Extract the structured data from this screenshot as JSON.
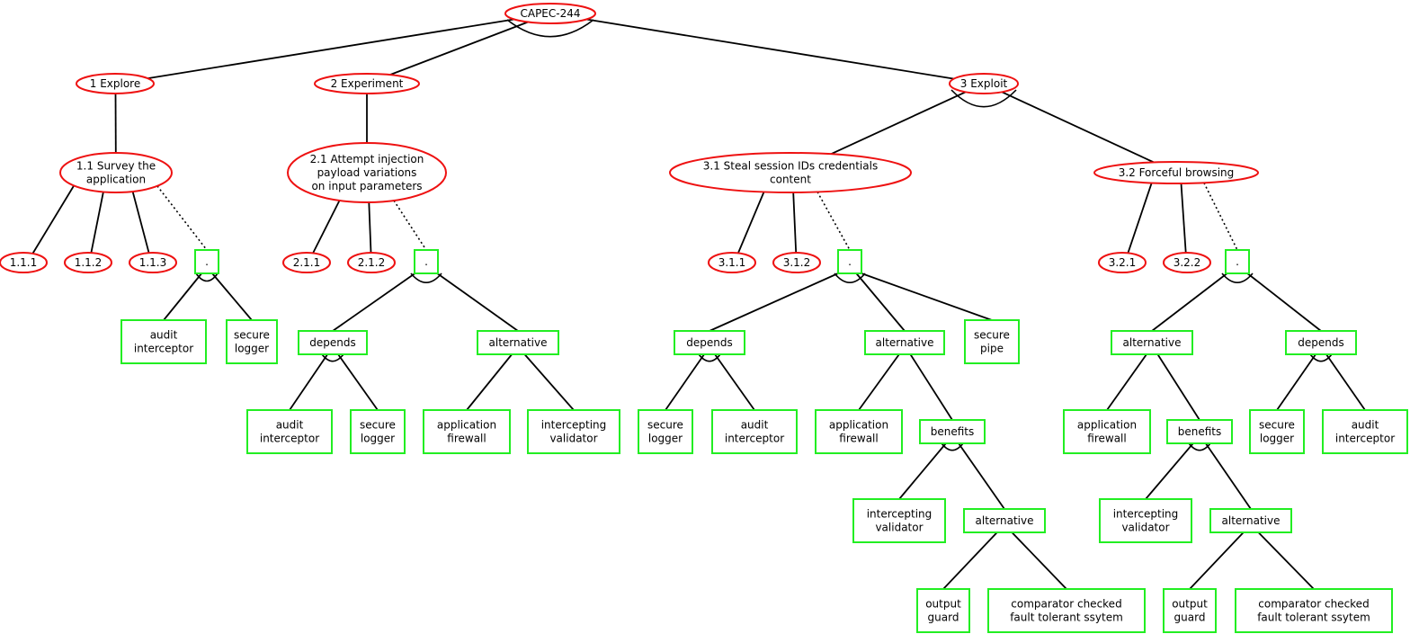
{
  "colors": {
    "goal_stroke": "#ee1111",
    "pattern_stroke": "#22ee22",
    "edge": "#000000"
  },
  "goals": {
    "root": "CAPEC-244",
    "g1": "1 Explore",
    "g2": "2 Experiment",
    "g3": "3 Exploit",
    "g11": [
      "1.1 Survey the",
      "application"
    ],
    "g21": [
      "2.1 Attempt injection",
      "payload variations",
      "on input parameters"
    ],
    "g31": [
      "3.1 Steal session IDs credentials",
      "content"
    ],
    "g32": "3.2 Forceful browsing",
    "g111": "1.1.1",
    "g112": "1.1.2",
    "g113": "1.1.3",
    "g211": "2.1.1",
    "g212": "2.1.2",
    "g311": "3.1.1",
    "g312": "3.1.2",
    "g321": "3.2.1",
    "g322": "3.2.2"
  },
  "patterns": {
    "dot1": ".",
    "dot2": ".",
    "dot3": ".",
    "dot4": ".",
    "b1_audit": [
      "audit",
      "interceptor"
    ],
    "b1_logger": [
      "secure",
      "logger"
    ],
    "b2_depends": "depends",
    "b2_alternative": "alternative",
    "b2_audit": [
      "audit",
      "interceptor"
    ],
    "b2_logger": [
      "secure",
      "logger"
    ],
    "b2_firewall": [
      "application",
      "firewall"
    ],
    "b2_validator": [
      "intercepting",
      "validator"
    ],
    "b3_depends": "depends",
    "b3_alternative": "alternative",
    "b3_pipe": [
      "secure",
      "pipe"
    ],
    "b3_logger": [
      "secure",
      "logger"
    ],
    "b3_audit": [
      "audit",
      "interceptor"
    ],
    "b3_firewall": [
      "application",
      "firewall"
    ],
    "b3_benefits": "benefits",
    "b3_validator": [
      "intercepting",
      "validator"
    ],
    "b3_alt2": "alternative",
    "b3_guard": [
      "output",
      "guard"
    ],
    "b3_comparator": [
      "comparator checked",
      "fault tolerant ssytem"
    ],
    "b4_alternative": "alternative",
    "b4_depends": "depends",
    "b4_firewall": [
      "application",
      "firewall"
    ],
    "b4_benefits": "benefits",
    "b4_logger": [
      "secure",
      "logger"
    ],
    "b4_audit": [
      "audit",
      "interceptor"
    ],
    "b4_validator": [
      "intercepting",
      "validator"
    ],
    "b4_alt2": "alternative",
    "b4_guard": [
      "output",
      "guard"
    ],
    "b4_comparator": [
      "comparator checked",
      "fault tolerant ssytem"
    ]
  }
}
